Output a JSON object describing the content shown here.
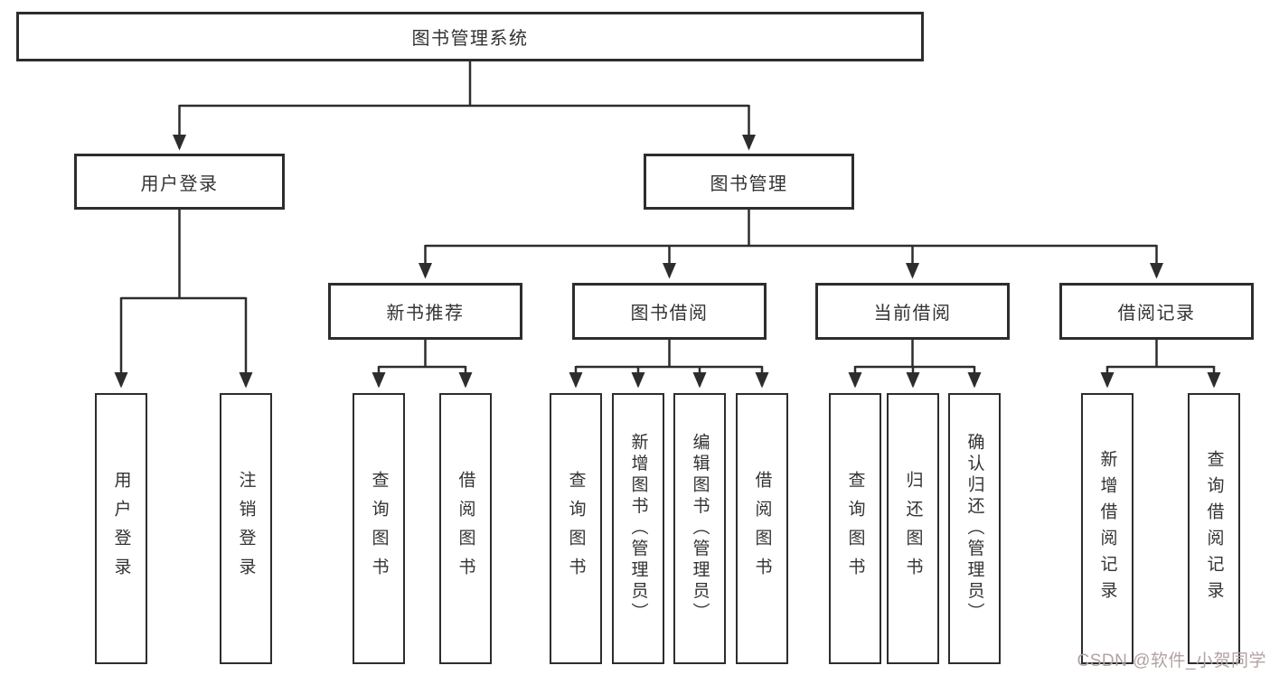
{
  "diagram": {
    "root": {
      "label": "图书管理系统"
    },
    "level2": [
      {
        "label": "用户登录"
      },
      {
        "label": "图书管理"
      }
    ],
    "level3": [
      {
        "label": "新书推荐"
      },
      {
        "label": "图书借阅"
      },
      {
        "label": "当前借阅"
      },
      {
        "label": "借阅记录"
      }
    ],
    "leaves": {
      "user_login": [
        {
          "label": "用户登录"
        },
        {
          "label": "注销登录"
        }
      ],
      "new_book": [
        {
          "label": "查询图书"
        },
        {
          "label": "借阅图书"
        }
      ],
      "book_borrow": [
        {
          "label": "查询图书"
        },
        {
          "label": "新增图书（管理员）"
        },
        {
          "label": "编辑图书（管理员）"
        },
        {
          "label": "借阅图书"
        }
      ],
      "current_borrow": [
        {
          "label": "查询图书"
        },
        {
          "label": "归还图书"
        },
        {
          "label": "确认归还（管理员）"
        }
      ],
      "borrow_record": [
        {
          "label": "新增借阅记录"
        },
        {
          "label": "查询借阅记录"
        }
      ]
    }
  },
  "watermark": {
    "text": "CSDN @软件_小贺同学"
  },
  "colors": {
    "line": "#2d2d2d",
    "box_border": "#2d2d2d",
    "box_background": "#ffffff",
    "text": "#333333",
    "watermark": "#b3a2a2",
    "page_background": "#ffffff"
  }
}
